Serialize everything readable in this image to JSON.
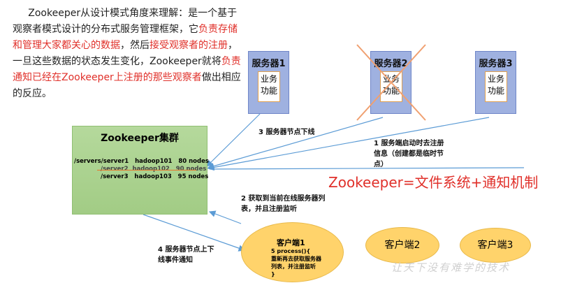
{
  "intro": {
    "p1": "Zookeeper从设计模式角度来理解：是一个基于观察者模式设计的分布式服务管理框架，它",
    "r1": "负责存储和管理大家都关心的数据",
    "p2": "，然后",
    "r2": "接受观察者的注册",
    "p3": "，一旦这些数据的状态发生变化，Zookeeper就将",
    "r3": "负责通知已经在Zookeeper上注册的那些观察者",
    "p4": "做出相应的反应。"
  },
  "servers": [
    {
      "title": "服务器1",
      "body": "业务功能"
    },
    {
      "title": "服务器2",
      "body": "业务功能",
      "crossed": true
    },
    {
      "title": "服务器3",
      "body": "业务功能"
    }
  ],
  "cluster": {
    "title": "Zookeeper集群",
    "rows": [
      "/servers/server1   hadoop101   80 nodes",
      "/server2  hadoop102   90 nodes",
      "/server3   hadoop103   95 nodes"
    ]
  },
  "steps": {
    "s1": "1  服务端启动时去注册信息（创建都是临时节点）",
    "s2": "2  获取到当前在线服务器列表，并且注册监听",
    "s3": "3  服务器节点下线",
    "s4": "4  服务器节点上下线事件通知"
  },
  "slogan": "Zookeeper=文件系统+通知机制",
  "clients": {
    "c1": {
      "title": "客户端1",
      "code": [
        "5 process(){",
        "重新再去获取服务器",
        "列表，并注册监听",
        "}"
      ]
    },
    "c2": "客户端2",
    "c3": "客户端3"
  },
  "watermark": "让天下没有难学的技术",
  "colors": {
    "accent_red": "#e0302a",
    "arrow": "#5b9bd5",
    "cluster": "#a9d08e",
    "client": "#ffd36b",
    "server": "#9fb1e0"
  }
}
